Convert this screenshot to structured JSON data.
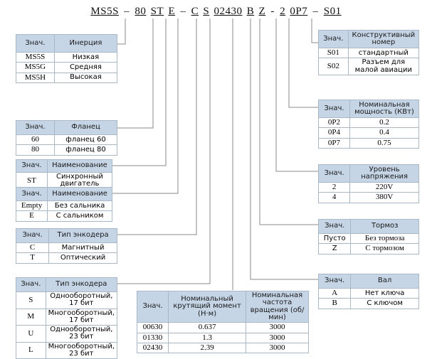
{
  "model_code": {
    "segments": [
      {
        "text": "MS5S",
        "underline": true
      },
      {
        "text": "–",
        "underline": false
      },
      {
        "text": "80",
        "underline": true
      },
      {
        "text": "ST",
        "underline": true
      },
      {
        "text": "E",
        "underline": true
      },
      {
        "text": "–",
        "underline": false
      },
      {
        "text": "C",
        "underline": true
      },
      {
        "text": "S",
        "underline": true
      },
      {
        "text": "02430",
        "underline": true
      },
      {
        "text": "B",
        "underline": true
      },
      {
        "text": "Z",
        "underline": true
      },
      {
        "text": "-",
        "underline": false
      },
      {
        "text": "2",
        "underline": true
      },
      {
        "text": "0P7",
        "underline": true
      },
      {
        "text": "–",
        "underline": false
      },
      {
        "text": "S01",
        "underline": true
      }
    ]
  },
  "header_color": "#c5d5e6",
  "border_color": "#a8b8c8",
  "tables": {
    "inertia": {
      "headers": [
        "Знач.",
        "Инерция"
      ],
      "rows": [
        [
          "MS5S",
          "Низкая"
        ],
        [
          "MS5G",
          "Средняя"
        ],
        [
          "MS5H",
          "Высокая"
        ]
      ]
    },
    "flange": {
      "headers": [
        "Знач.",
        "Фланец"
      ],
      "rows": [
        [
          "60",
          "фланец 60"
        ],
        [
          "80",
          "фланец 80"
        ]
      ]
    },
    "motor_name": {
      "headers": [
        "Знач.",
        "Наименование"
      ],
      "rows": [
        [
          "ST",
          "Синхронный\nдвигатель"
        ]
      ]
    },
    "seal": {
      "headers": [
        "Знач.",
        "Наименование"
      ],
      "rows": [
        [
          "Empty",
          "Без сальника"
        ],
        [
          "E",
          "С сальником"
        ]
      ]
    },
    "encoder_type": {
      "headers": [
        "Знач.",
        "Тип энкодера"
      ],
      "rows": [
        [
          "C",
          "Магнитный"
        ],
        [
          "T",
          "Оптический"
        ]
      ]
    },
    "encoder_resolution": {
      "headers": [
        "Знач.",
        "Тип энкодера"
      ],
      "rows": [
        [
          "S",
          "Однооборотный,\n17 бит"
        ],
        [
          "M",
          "Многооборотный,\n17 бит"
        ],
        [
          "U",
          "Однооборотный,\n23 бит"
        ],
        [
          "L",
          "Многооборотный,\n23 бит"
        ]
      ]
    },
    "torque": {
      "headers": [
        "Знач.",
        "Номинальный\nкрутящий момент (Н·м)",
        "Номинальная частота\nвращения (об/мин)"
      ],
      "rows": [
        [
          "00630",
          "0.637",
          "3000"
        ],
        [
          "01330",
          "1.3",
          "3000"
        ],
        [
          "02430",
          "2.39",
          "3000"
        ]
      ]
    },
    "construction": {
      "headers": [
        "Знач.",
        "Конструктивный\nномер"
      ],
      "rows": [
        [
          "S01",
          "стандартный"
        ],
        [
          "S02",
          "Разъем для\nмалой авиации"
        ]
      ]
    },
    "power": {
      "headers": [
        "Знач.",
        "Номинальная\nмощность (КВт)"
      ],
      "rows": [
        [
          "0P2",
          "0.2"
        ],
        [
          "0P4",
          "0.4"
        ],
        [
          "0P7",
          "0.75"
        ]
      ]
    },
    "voltage": {
      "headers": [
        "Знач.",
        "Уровень\nнапряжения"
      ],
      "rows": [
        [
          "2",
          "220V"
        ],
        [
          "4",
          "380V"
        ]
      ]
    },
    "brake": {
      "headers": [
        "Знач.",
        "Тормоз"
      ],
      "rows": [
        [
          "Пусто",
          "Без тормоза"
        ],
        [
          "Z",
          "С тормозом"
        ]
      ]
    },
    "shaft": {
      "headers": [
        "Знач.",
        "Вал"
      ],
      "rows": [
        [
          "A",
          "Нет ключа"
        ],
        [
          "B",
          "С ключом"
        ]
      ]
    }
  }
}
